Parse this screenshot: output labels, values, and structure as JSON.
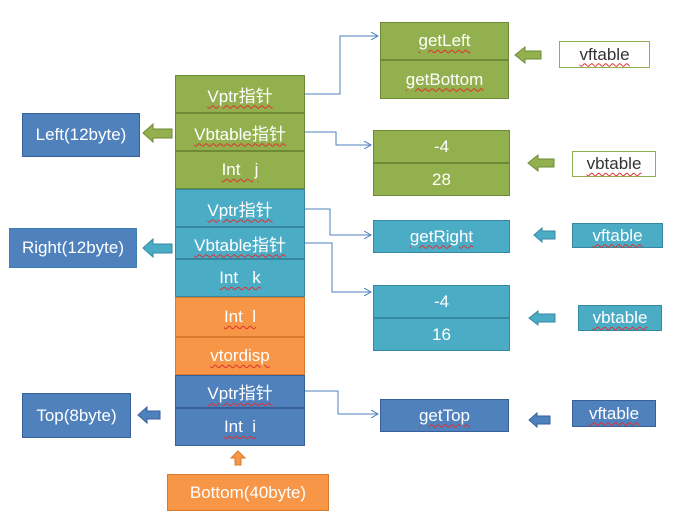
{
  "stack": [
    {
      "label": "Vptr指针",
      "group": "left"
    },
    {
      "label": "Vbtable指针",
      "group": "left"
    },
    {
      "label": "Int   j",
      "group": "left"
    },
    {
      "label": "Vptr指针",
      "group": "right"
    },
    {
      "label": "Vbtable指针",
      "group": "right"
    },
    {
      "label": "Int   k",
      "group": "right"
    },
    {
      "label": "Int  l",
      "group": "bottom"
    },
    {
      "label": "vtordisp",
      "group": "bottom"
    },
    {
      "label": "Vptr指针",
      "group": "top"
    },
    {
      "label": "Int  i",
      "group": "top"
    }
  ],
  "side_labels": {
    "left": "Left(12byte)",
    "right": "Right(12byte)",
    "top": "Top(8byte)",
    "bottom": "Bottom(40byte)"
  },
  "tables": {
    "left_vf": [
      "getLeft",
      "getBottom"
    ],
    "left_vb": [
      "-4",
      "28"
    ],
    "right_vf": [
      "getRight"
    ],
    "right_vb": [
      "-4",
      "16"
    ],
    "top_vf": [
      "getTop"
    ]
  },
  "table_tags": {
    "left_vf": "vftable",
    "left_vb": "vbtable",
    "right_vf": "vftable",
    "right_vb": "vbtable",
    "top_vf": "vftable"
  },
  "colors": {
    "left": "#93b04f",
    "right": "#4bacc6",
    "bottom": "#f79646",
    "top": "#4f81bd"
  }
}
